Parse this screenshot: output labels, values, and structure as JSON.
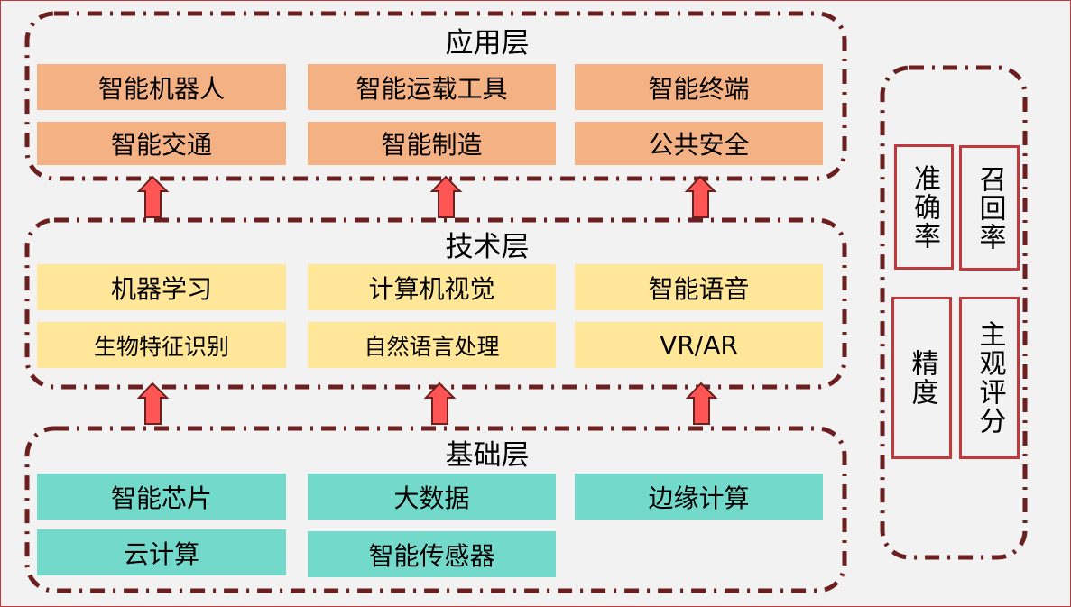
{
  "diagram": {
    "layers": [
      {
        "title": "应用层",
        "color": "#f4b183",
        "items": [
          "智能机器人",
          "智能运载工具",
          "智能终端",
          "智能交通",
          "智能制造",
          "公共安全"
        ]
      },
      {
        "title": "技术层",
        "color": "#ffe699",
        "items": [
          "机器学习",
          "计算机视觉",
          "智能语音",
          "生物特征识别",
          "自然语言处理",
          "VR/AR"
        ]
      },
      {
        "title": "基础层",
        "color": "#72d9cb",
        "items": [
          "智能芯片",
          "大数据",
          "边缘计算",
          "云计算",
          "智能传感器"
        ]
      }
    ],
    "metrics": [
      "准确率",
      "召回率",
      "精度",
      "主观评分"
    ],
    "border_color": "#6b1f1f",
    "arrow_color": "#ff5555"
  }
}
